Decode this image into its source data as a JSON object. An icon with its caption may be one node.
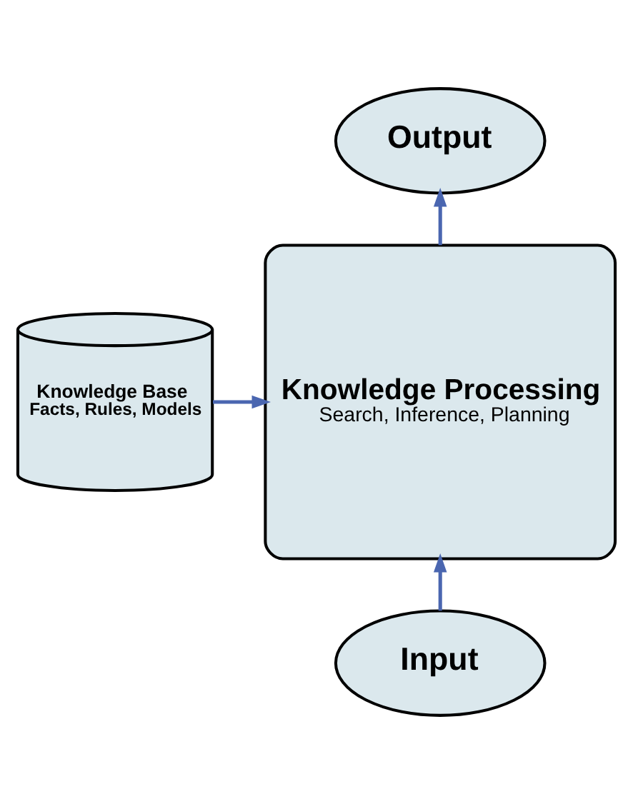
{
  "diagram": {
    "nodes": [
      {
        "text": [
          "Output"
        ]
      },
      {
        "text": [
          "Knowledge Processing",
          "Search, Inference, Planning"
        ]
      },
      {
        "text": [
          "Knowledge Base",
          "Facts, Rules, Models"
        ]
      },
      {
        "text": [
          "Input"
        ]
      }
    ],
    "edges": [
      {
        "from": 3,
        "to": 1,
        "arrow": "to"
      },
      {
        "from": 1,
        "to": 0,
        "arrow": "to"
      },
      {
        "from": 2,
        "to": 1,
        "arrow": "to"
      }
    ]
  }
}
